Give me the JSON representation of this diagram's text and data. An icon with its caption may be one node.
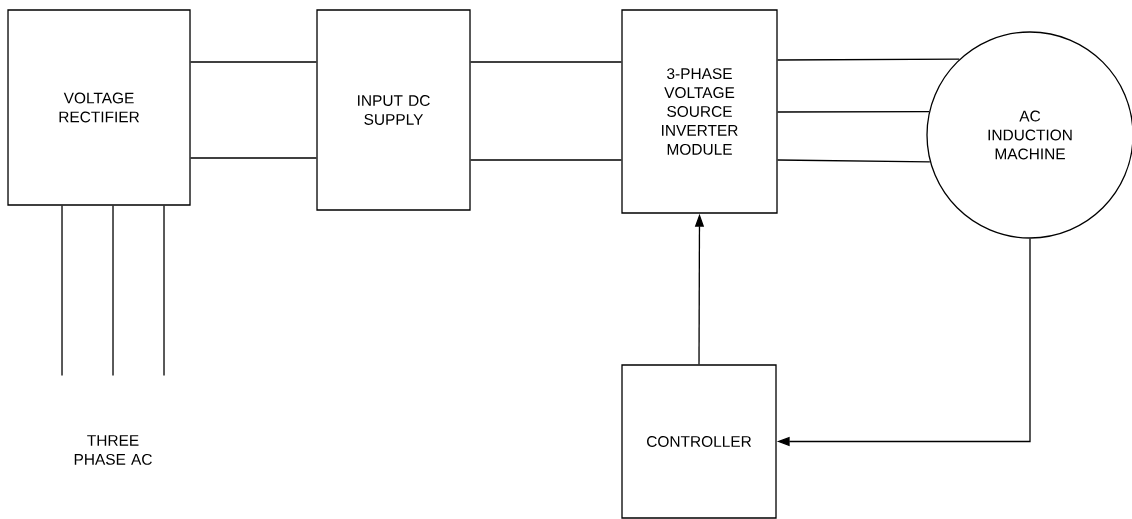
{
  "diagram": {
    "nodes": [
      {
        "text": [
          "VOLTAGE RECTIFIER"
        ]
      },
      {
        "text": [
          "INPUT DC SUPPLY"
        ]
      },
      {
        "text": [
          "3-PHASE VOLTAGE SOURCE INVERTER MODULE"
        ]
      },
      {
        "text": [
          "AC INDUCTION MACHINE"
        ]
      },
      {
        "text": [
          "THREE PHASE AC"
        ]
      },
      {
        "text": [
          "CONTROLLER"
        ]
      }
    ],
    "edges": [
      {
        "from": 0,
        "to": 1,
        "arrow": "none"
      },
      {
        "from": 0,
        "to": 1,
        "arrow": "none"
      },
      {
        "from": 1,
        "to": 2,
        "arrow": "none"
      },
      {
        "from": 1,
        "to": 2,
        "arrow": "none"
      },
      {
        "from": 2,
        "to": 3,
        "arrow": "none"
      },
      {
        "from": 2,
        "to": 3,
        "arrow": "none"
      },
      {
        "from": 2,
        "to": 3,
        "arrow": "none"
      },
      {
        "from": 4,
        "to": 0,
        "arrow": "none"
      },
      {
        "from": 4,
        "to": 0,
        "arrow": "none"
      },
      {
        "from": 4,
        "to": 0,
        "arrow": "none"
      },
      {
        "from": 5,
        "to": 2,
        "arrow": "to"
      },
      {
        "from": 3,
        "to": 5,
        "arrow": "to"
      }
    ]
  }
}
